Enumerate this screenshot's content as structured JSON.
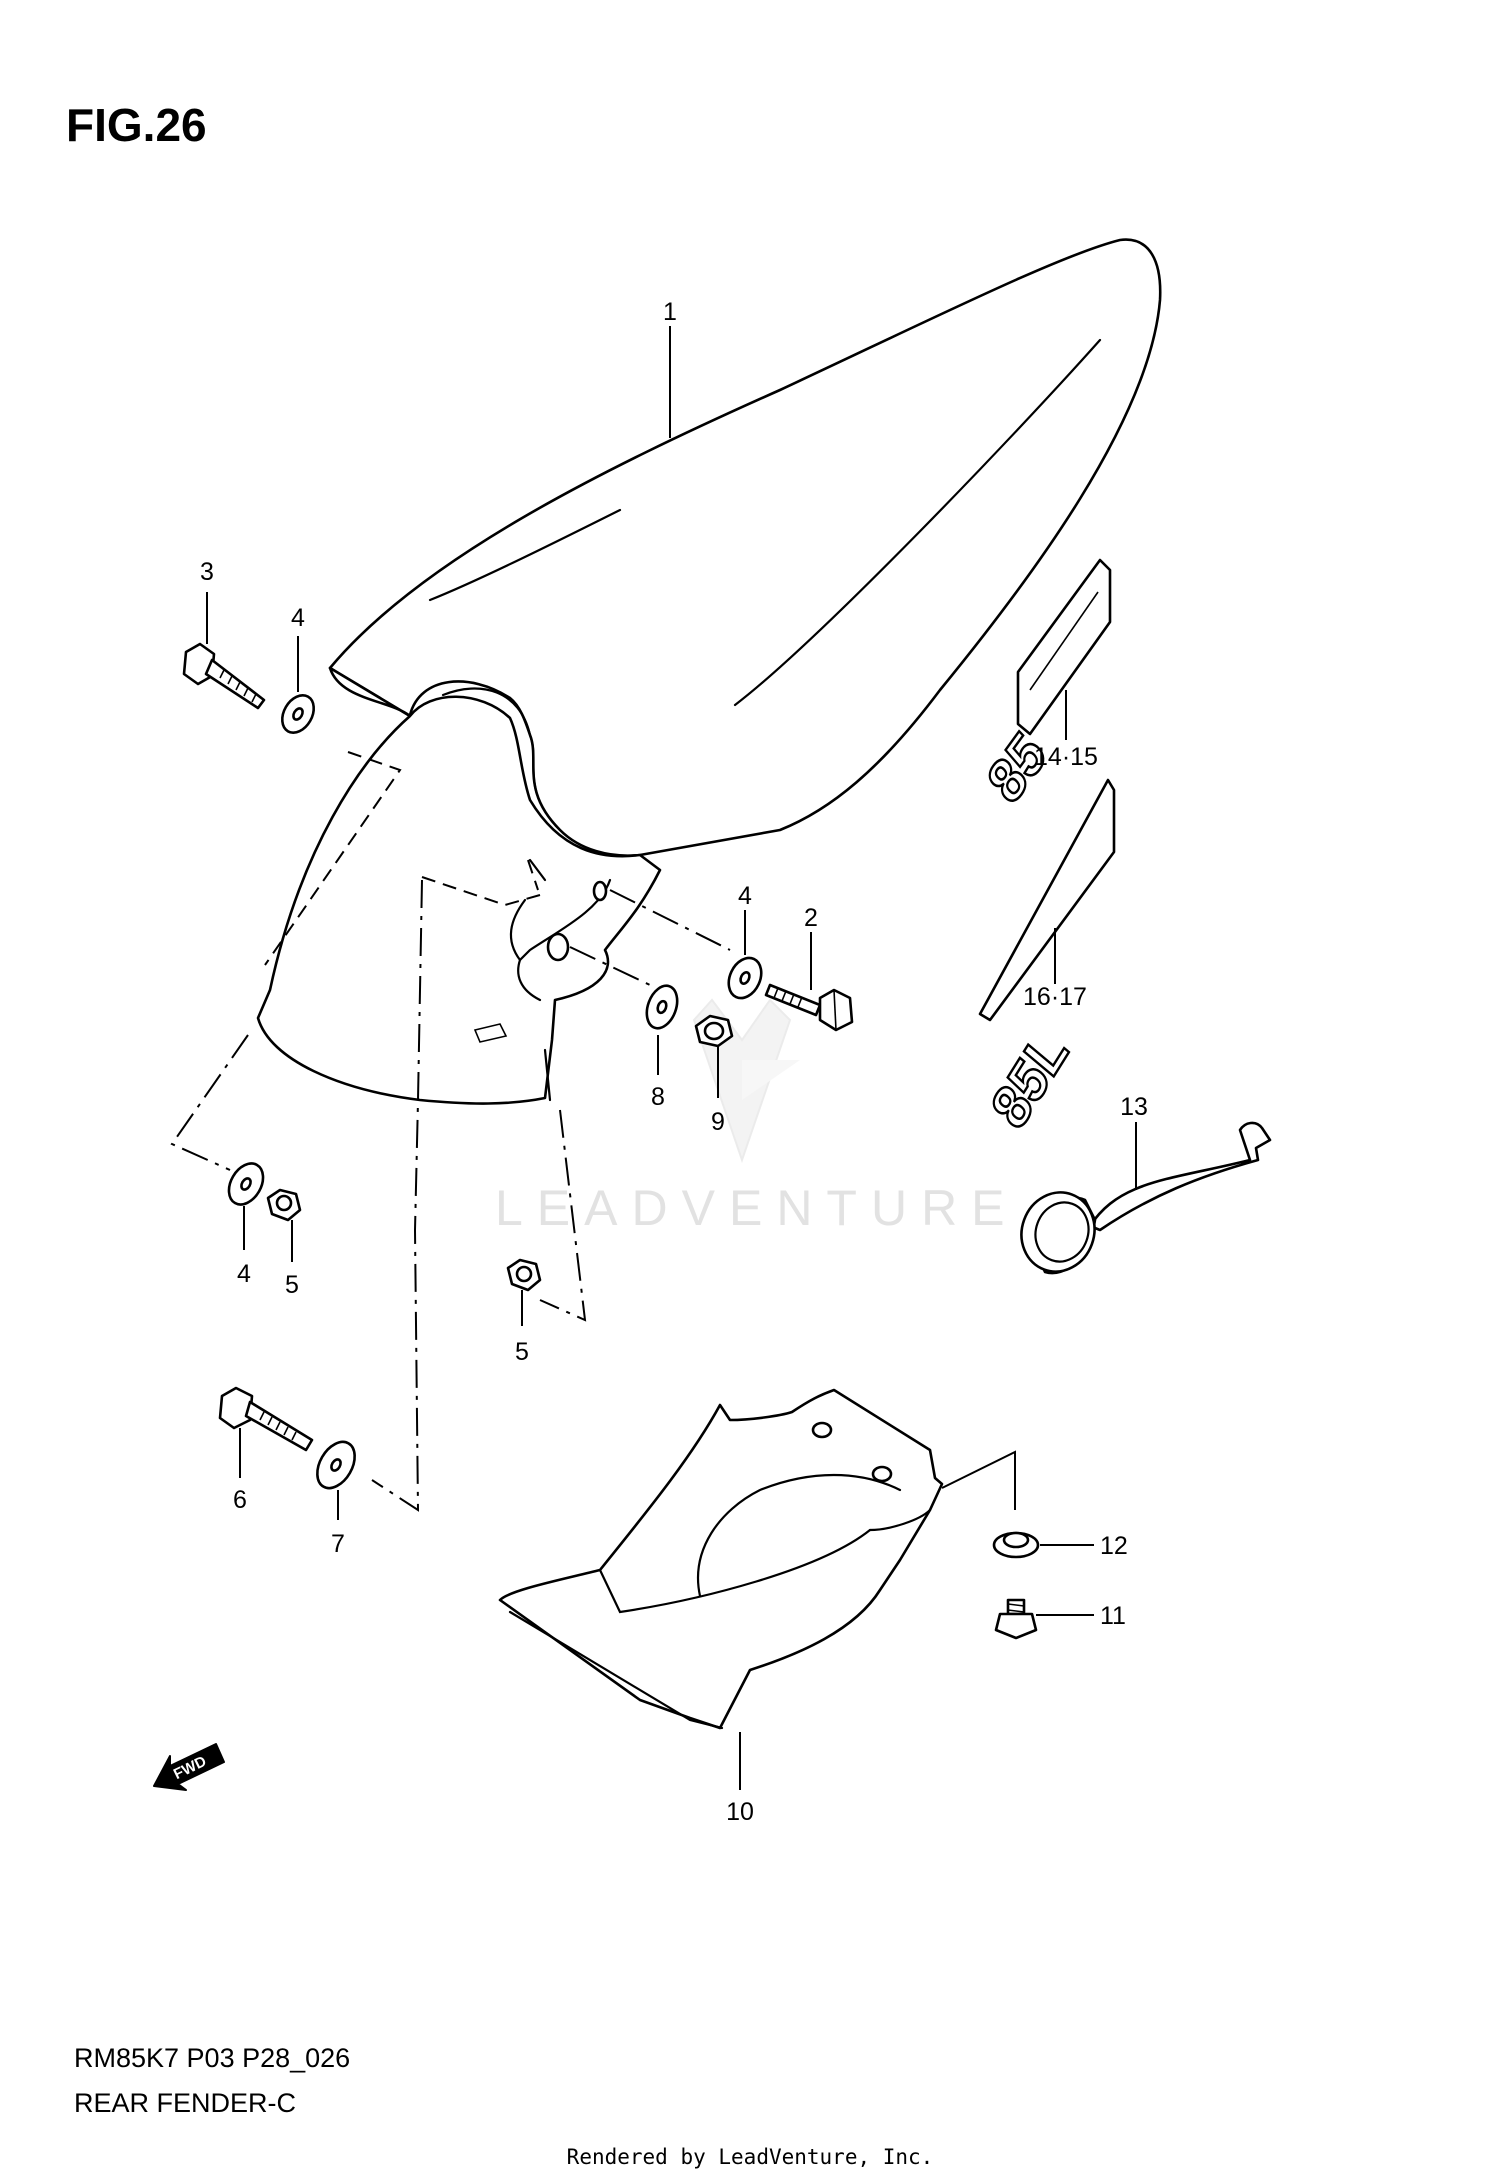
{
  "figure": {
    "title": "FIG.26"
  },
  "footer": {
    "code": "RM85K7 P03 P28_026",
    "name": "REAR FENDER-C",
    "rendered_by": "Rendered by LeadVenture, Inc."
  },
  "watermark": "LEADVENTURE",
  "forward_marker": "FWD",
  "decals": {
    "upper_text": "85",
    "lower_text": "85L"
  },
  "callouts": {
    "c1": "1",
    "c2": "2",
    "c3": "3",
    "c4a": "4",
    "c4b": "4",
    "c4c": "4",
    "c5a": "5",
    "c5b": "5",
    "c6": "6",
    "c7": "7",
    "c8": "8",
    "c9": "9",
    "c10": "10",
    "c11": "11",
    "c12": "12",
    "c13": "13",
    "c1415": "14·15",
    "c1617": "16·17"
  }
}
